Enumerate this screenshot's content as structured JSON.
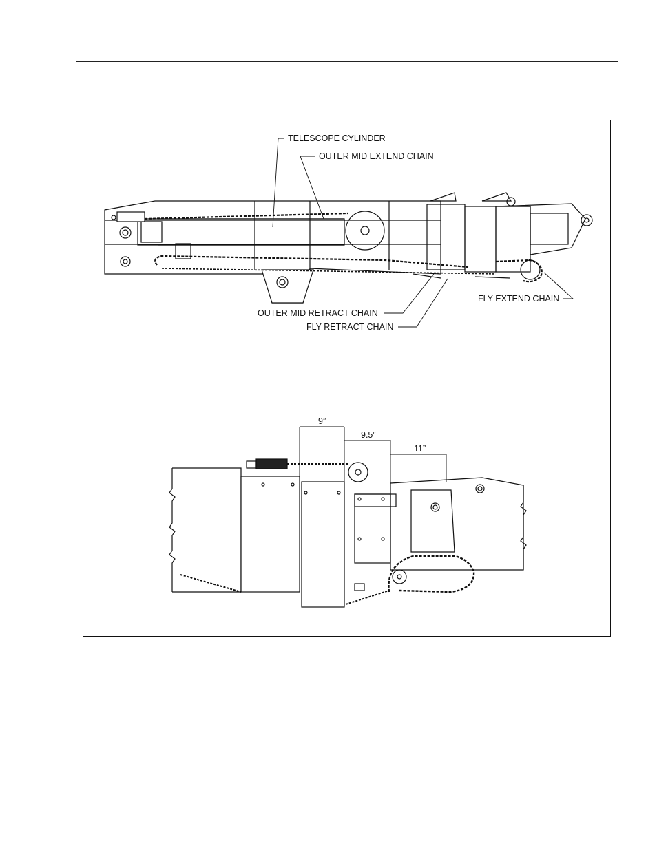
{
  "figure": {
    "labels": {
      "telescope_cylinder": "TELESCOPE CYLINDER",
      "outer_mid_extend_chain": "OUTER MID EXTEND CHAIN",
      "fly_extend_chain": "FLY EXTEND CHAIN",
      "outer_mid_retract_chain": "OUTER MID RETRACT CHAIN",
      "fly_retract_chain": "FLY RETRACT CHAIN"
    },
    "dimensions": {
      "dim_1": "9”",
      "dim_2": "9.5”",
      "dim_3": "11”"
    }
  }
}
